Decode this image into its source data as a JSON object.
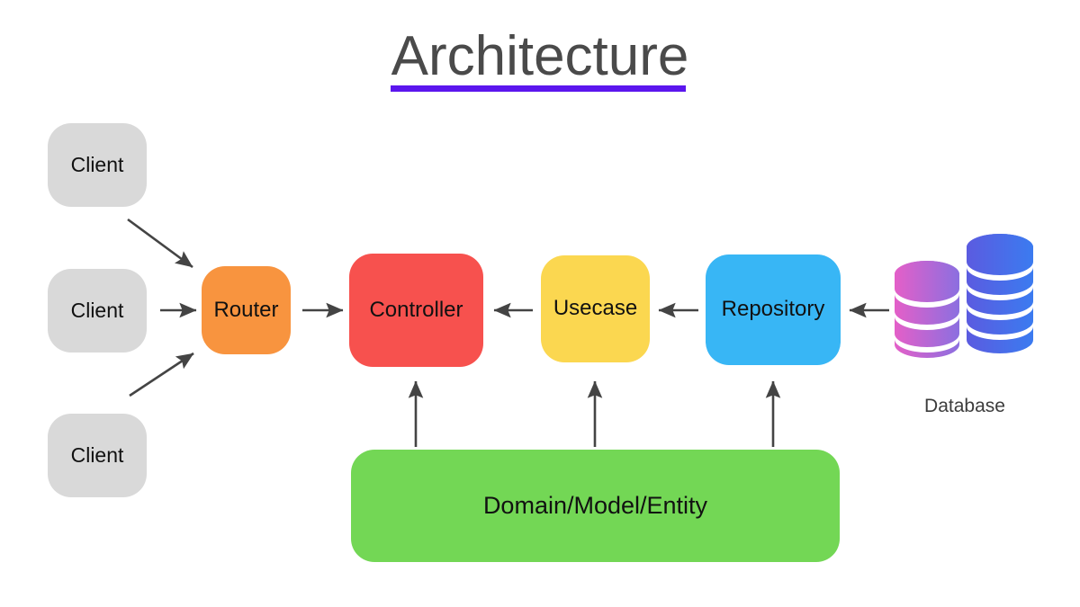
{
  "page": {
    "title": "Architecture",
    "accent_color": "#5B16EE",
    "background": "#ffffff"
  },
  "nodes": {
    "clients": [
      {
        "label": "Client",
        "color": "#D9D9D9"
      },
      {
        "label": "Client",
        "color": "#D9D9D9"
      },
      {
        "label": "Client",
        "color": "#D9D9D9"
      }
    ],
    "router": {
      "label": "Router",
      "color": "#F8943F"
    },
    "controller": {
      "label": "Controller",
      "color": "#F7514E"
    },
    "usecase": {
      "label": "Usecase",
      "color": "#FBD750"
    },
    "repository": {
      "label": "Repository",
      "color": "#38B6F5"
    },
    "domain": {
      "label": "Domain/Model/Entity",
      "color": "#73D755"
    },
    "database": {
      "label": "Database",
      "icon": "database-stack-icon",
      "left_stack_color_start": "#E45FC8",
      "left_stack_color_end": "#8B6FE0",
      "left_stack_discs": 4,
      "right_stack_color_start": "#5B5BE0",
      "right_stack_color_end": "#3B7BF0",
      "right_stack_discs": 6
    }
  },
  "connections": [
    {
      "name": "client-top-to-router",
      "from": "Client",
      "to": "Router",
      "direction": "down-right"
    },
    {
      "name": "client-middle-to-router",
      "from": "Client",
      "to": "Router",
      "direction": "right"
    },
    {
      "name": "client-bottom-to-router",
      "from": "Client",
      "to": "Router",
      "direction": "up-right"
    },
    {
      "name": "router-to-controller",
      "from": "Router",
      "to": "Controller",
      "direction": "right"
    },
    {
      "name": "usecase-to-controller",
      "from": "Usecase",
      "to": "Controller",
      "direction": "left"
    },
    {
      "name": "repository-to-usecase",
      "from": "Repository",
      "to": "Usecase",
      "direction": "left"
    },
    {
      "name": "database-to-repository",
      "from": "Database",
      "to": "Repository",
      "direction": "left"
    },
    {
      "name": "domain-to-controller",
      "from": "Domain/Model/Entity",
      "to": "Controller",
      "direction": "up"
    },
    {
      "name": "domain-to-usecase",
      "from": "Domain/Model/Entity",
      "to": "Usecase",
      "direction": "up"
    },
    {
      "name": "domain-to-repository",
      "from": "Domain/Model/Entity",
      "to": "Repository",
      "direction": "up"
    }
  ],
  "arrow_color": "#444444"
}
